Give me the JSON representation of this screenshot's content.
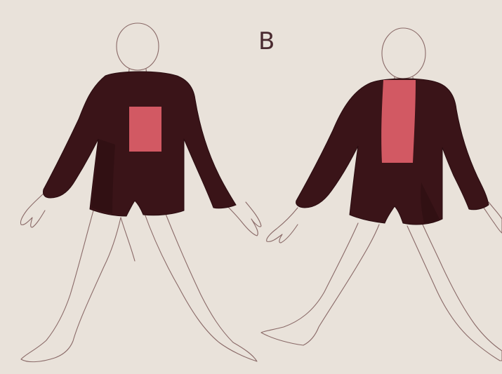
{
  "figure": {
    "panel_label": "B",
    "colors": {
      "paper": "#f4ede4",
      "outline": "#8a6a68",
      "garment": "#3a1418",
      "garment_shadow": "#2a0c10",
      "highlight_patch": "#e0606a"
    },
    "figures": [
      {
        "view": "front",
        "garment": "long-sleeve-shorts-suit",
        "highlight": "chest-panel"
      },
      {
        "view": "back",
        "garment": "long-sleeve-shorts-suit",
        "highlight": "upper-back-stripe"
      }
    ]
  }
}
